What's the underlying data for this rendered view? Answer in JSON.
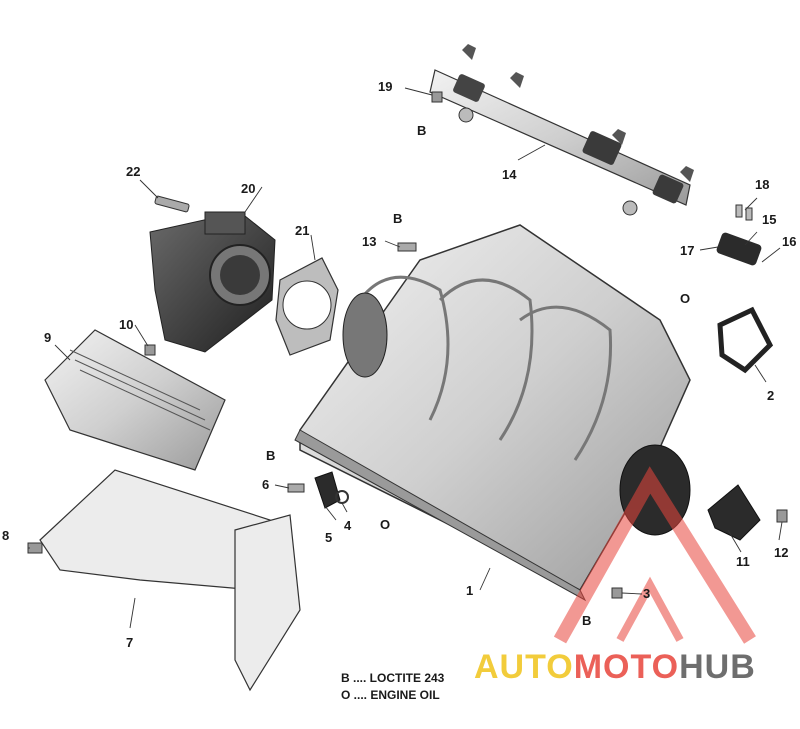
{
  "callouts": [
    {
      "id": "1",
      "label": "1"
    },
    {
      "id": "2",
      "label": "2"
    },
    {
      "id": "3",
      "label": "3"
    },
    {
      "id": "4",
      "label": "4"
    },
    {
      "id": "5",
      "label": "5"
    },
    {
      "id": "6",
      "label": "6"
    },
    {
      "id": "7",
      "label": "7"
    },
    {
      "id": "8",
      "label": "8"
    },
    {
      "id": "9",
      "label": "9"
    },
    {
      "id": "10",
      "label": "10"
    },
    {
      "id": "11",
      "label": "11"
    },
    {
      "id": "12",
      "label": "12"
    },
    {
      "id": "13",
      "label": "13"
    },
    {
      "id": "14",
      "label": "14"
    },
    {
      "id": "15",
      "label": "15"
    },
    {
      "id": "16",
      "label": "16"
    },
    {
      "id": "17",
      "label": "17"
    },
    {
      "id": "18",
      "label": "18"
    },
    {
      "id": "19",
      "label": "19"
    },
    {
      "id": "20",
      "label": "20"
    },
    {
      "id": "21",
      "label": "21"
    },
    {
      "id": "22",
      "label": "22"
    }
  ],
  "markers": {
    "b": "B",
    "o": "O"
  },
  "legend": {
    "b_line": "B .... LOCTITE 243",
    "o_line": "O .... ENGINE OIL"
  },
  "watermark": {
    "part1": "AUTO",
    "part2": "MOTO",
    "part3": "HUB"
  },
  "colors": {
    "part_fill": "#d9d9d9",
    "part_dark": "#2b2b2b",
    "watermark_red": "#e8453c",
    "watermark_yellow": "#f0c419"
  }
}
